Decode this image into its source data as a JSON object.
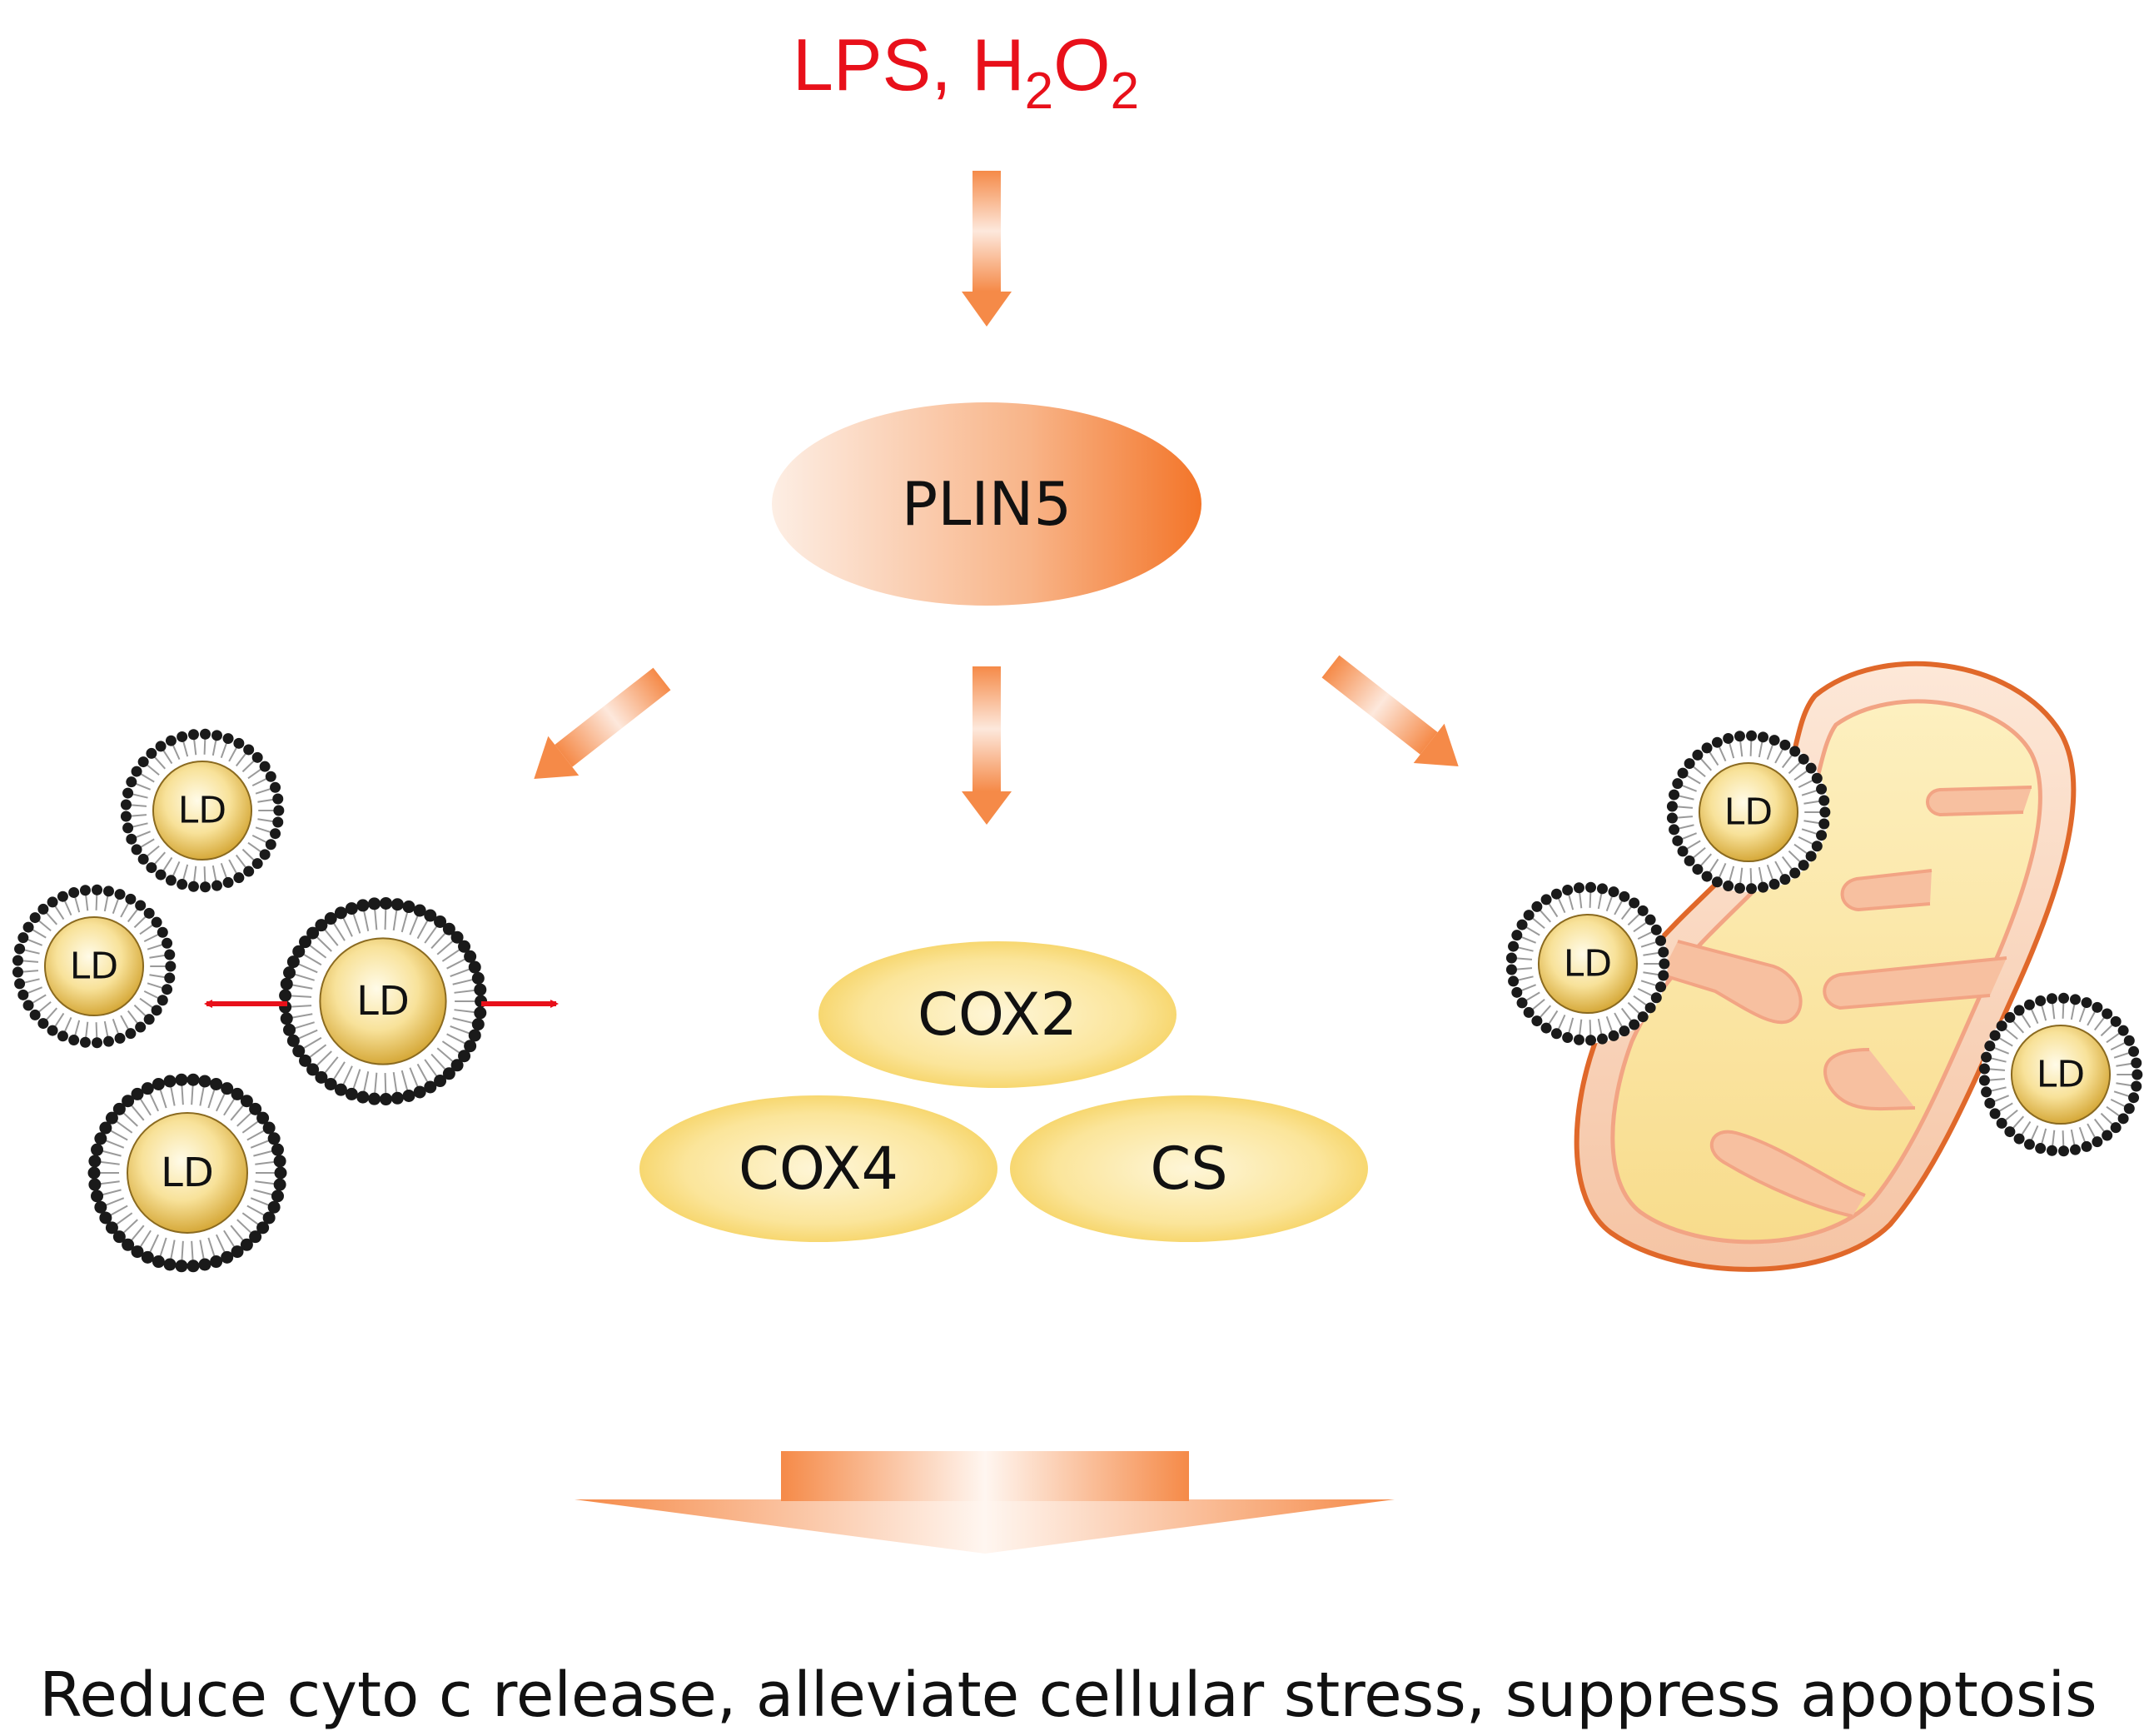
{
  "trigger": {
    "main": "LPS, H",
    "sub1": "2",
    "mid": "O",
    "sub2": "2",
    "color": "#e8101a"
  },
  "center_node": {
    "label": "PLIN5"
  },
  "enzymes": [
    {
      "label": "COX2"
    },
    {
      "label": "COX4"
    },
    {
      "label": "CS"
    }
  ],
  "lipid_droplet_label": "LD",
  "outcome": "Reduce cyto c release, alleviate cellular stress, suppress apoptosis",
  "colors": {
    "arrow_orange": "#f58a48",
    "plin5_dark": "#f47a30",
    "plin5_light": "#fde6d6",
    "enzyme_fill": "#fbe28a",
    "ld_core": "#f5d778",
    "mito_outline": "#e0682a",
    "mito_inner": "#f6b79a",
    "mito_matrix": "#fbe6a8",
    "red_arrow": "#e8101a"
  }
}
